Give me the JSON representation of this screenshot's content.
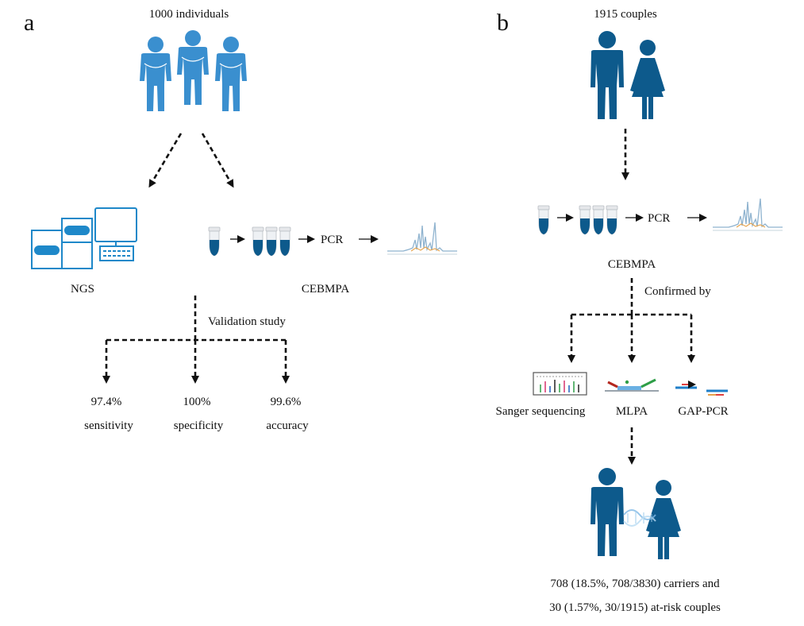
{
  "panel_a": {
    "label": "a",
    "title": "1000 individuals",
    "ngs_label": "NGS",
    "cebmpa_label": "CEBMPA",
    "pcr_label": "PCR",
    "validation_label": "Validation study",
    "metrics": [
      {
        "value": "97.4%",
        "name": "sensitivity"
      },
      {
        "value": "100%",
        "name": "specificity"
      },
      {
        "value": "99.6%",
        "name": "accuracy"
      }
    ]
  },
  "panel_b": {
    "label": "b",
    "title": "1915 couples",
    "pcr_label": "PCR",
    "cebmpa_label": "CEBMPA",
    "confirmed_label": "Confirmed by",
    "methods": [
      "Sanger sequencing",
      "MLPA",
      "GAP-PCR"
    ],
    "result_line1": "708 (18.5%, 708/3830) carriers and",
    "result_line2": "30 (1.57%, 30/1915) at-risk couples"
  },
  "colors": {
    "light_blue": "#3a8fcf",
    "dark_blue": "#0d5a8c",
    "chrom_line": "#8fb3cf",
    "chrom_orange": "#e6a24a"
  }
}
